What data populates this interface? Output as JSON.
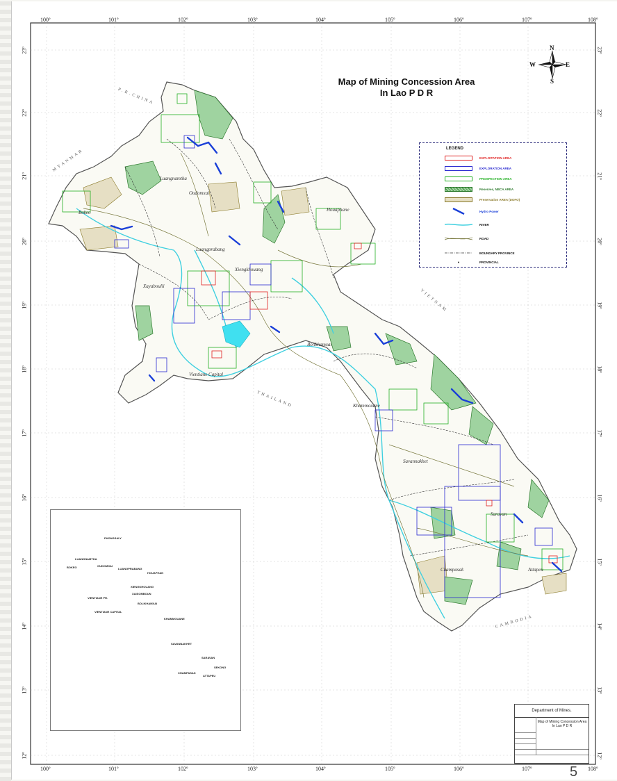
{
  "map": {
    "title_line1": "Map of Mining Concession Area",
    "title_line2": "In Lao P D R",
    "compass": {
      "north": "N",
      "south": "S",
      "east": "E",
      "west": "W"
    },
    "longitude_labels": [
      "100º",
      "101º",
      "102º",
      "103º",
      "104º",
      "105º",
      "106º",
      "107º",
      "108º"
    ],
    "latitude_labels": [
      "23º",
      "22º",
      "21º",
      "20º",
      "19º",
      "18º",
      "17º",
      "16º",
      "15º",
      "14º",
      "13º",
      "12º"
    ],
    "countries": {
      "china": "P.R.CHINA",
      "myanmar": "MYANMAR",
      "vietnam": "VIETNAM",
      "thailand": "THAILAND",
      "cambodia": "CAMBODIA"
    },
    "places": [
      "Bokeo",
      "Luangnamtha",
      "Oudomxai",
      "Houaphane",
      "Luangprabang",
      "Xiengkhouang",
      "Xayaboulli",
      "Vientiane Capital",
      "Bolikhamxai",
      "Khammouane",
      "Savannakhet",
      "Saravan",
      "Champasak",
      "Attapeu"
    ],
    "colors": {
      "exploitation": "#e02020",
      "exploration": "#2a2ad0",
      "prospection": "#22b022",
      "reserve": "#3a8a3a",
      "preservation": "#8a7a2a",
      "hydro": "#1a3fd8",
      "river": "#40d0e0",
      "road": "#7a7a40",
      "boundary": "#333333"
    }
  },
  "legend": {
    "title": "LEGEND",
    "items": [
      {
        "label": "EXPLOITATION AREA"
      },
      {
        "label": "EXPLORATION AREA"
      },
      {
        "label": "PROSPECTION AREA"
      },
      {
        "label": "Reserves, NBCA AREA"
      },
      {
        "label": "Preservation AREA (DOFO)"
      },
      {
        "label": "Hydro Power"
      },
      {
        "label": "RIVER"
      },
      {
        "label": "ROAD"
      },
      {
        "label": "BOUNDARY PROVINCE"
      },
      {
        "label": "PROVINCIAL"
      }
    ]
  },
  "inset": {
    "labels": [
      "PHONGSALY",
      "LUANGNAMTHA",
      "BOKEO",
      "OUDOMXAI",
      "LUANGPRABANG",
      "HOUAPHAN",
      "XIENGKHOUANG",
      "XAISOMBOUN",
      "VIENTIANE PR.",
      "BOLIKHAMXAI",
      "VIENTIANE CAPITAL",
      "KHAMMOUANE",
      "SAVANNAKHET",
      "SARAVAN",
      "SEKONG",
      "CHAMPASAK",
      "ATTAPEU"
    ]
  },
  "title_block": {
    "organization": "Department of Mines.",
    "map_title": "Map of Mining Concession Area In Lao P D R"
  },
  "page_number": "5"
}
